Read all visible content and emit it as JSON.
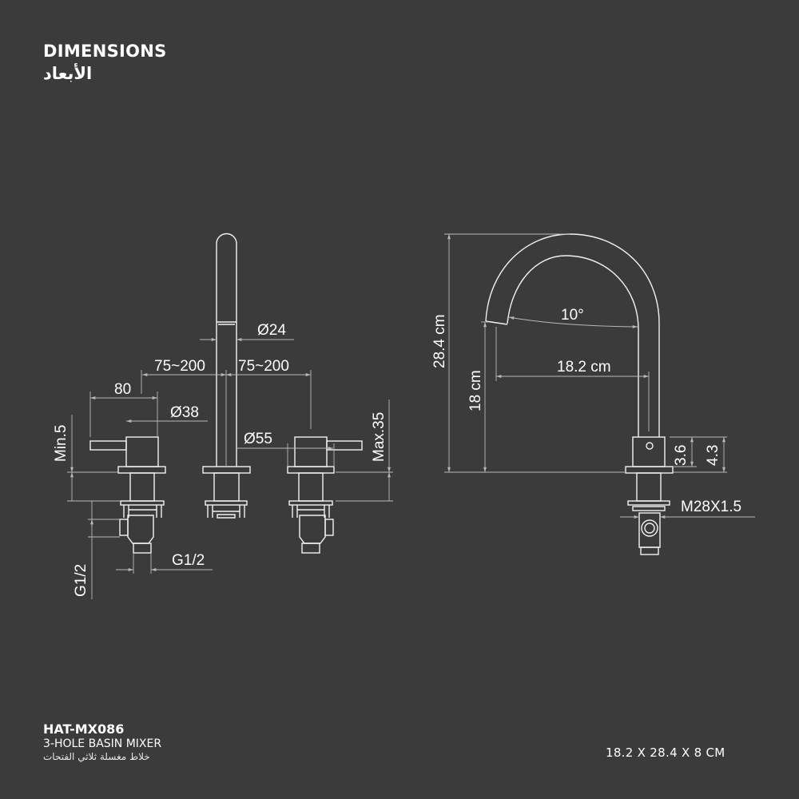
{
  "header": {
    "title": "DIMENSIONS",
    "title_ar": "الأبعاد"
  },
  "front_view": {
    "spout_diameter": "Ø24",
    "spacing_left": "75~200",
    "spacing_right": "75~200",
    "handle_length": "80",
    "handle_diameter": "Ø38",
    "base_diameter": "Ø55",
    "min_thickness": "Min.5",
    "max_thickness": "Max.35",
    "inlet_vertical": "G1/2",
    "inlet_horizontal": "G1/2"
  },
  "side_view": {
    "total_height": "28.4 cm",
    "outlet_height": "18 cm",
    "reach": "18.2 cm",
    "angle": "10°",
    "body_height": "3.6",
    "body_total": "4.3",
    "thread": "M28X1.5"
  },
  "footer": {
    "model": "HAT-MX086",
    "description": "3-HOLE BASIN MIXER",
    "description_ar": "خلاط مغسلة ثلاثي الفتحات",
    "overall_size": "18.2 X 28.4 X 8 CM"
  },
  "colors": {
    "background": "#3b3b3b",
    "lines": "#f2f2f2",
    "dimension_lines": "#b8b8b8"
  }
}
